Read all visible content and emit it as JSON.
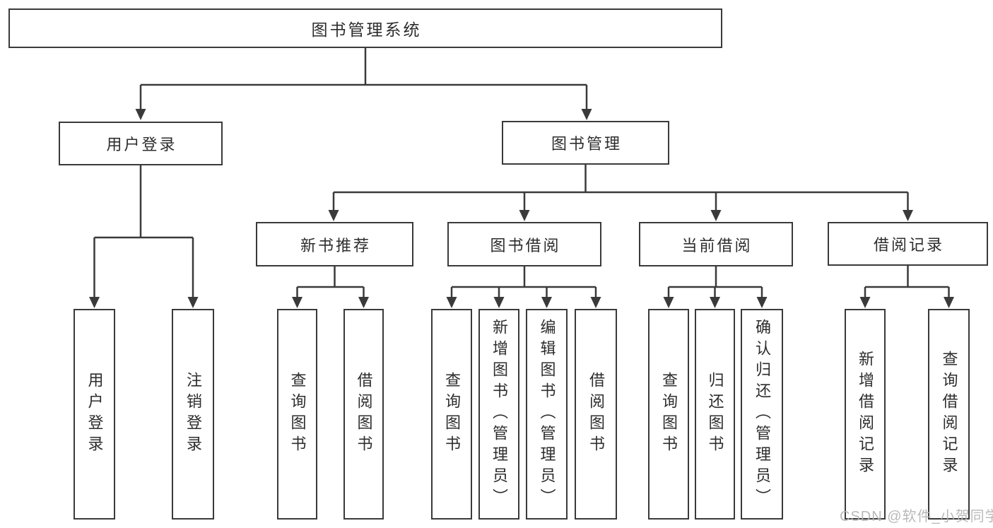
{
  "diagram": {
    "root": "图书管理系统",
    "user_branch": {
      "label": "用户登录",
      "children": [
        "用户登录",
        "注销登录"
      ]
    },
    "mgmt_branch": {
      "label": "图书管理",
      "groups": [
        {
          "label": "新书推荐",
          "children": [
            "查询图书",
            "借阅图书"
          ]
        },
        {
          "label": "图书借阅",
          "children": [
            "查询图书",
            "新增图书（管理员）",
            "编辑图书（管理员）",
            "借阅图书"
          ]
        },
        {
          "label": "当前借阅",
          "children": [
            "查询图书",
            "归还图书",
            "确认归还（管理员）"
          ]
        },
        {
          "label": "借阅记录",
          "children": [
            "新增借阅记录",
            "查询借阅记录"
          ]
        }
      ]
    }
  },
  "watermark": "CSDN @软件_小贺同学",
  "colors": {
    "line": "#3a3a3a",
    "text": "#2d2d2d",
    "watermark": "#b4b4b4",
    "background": "#ffffff"
  }
}
